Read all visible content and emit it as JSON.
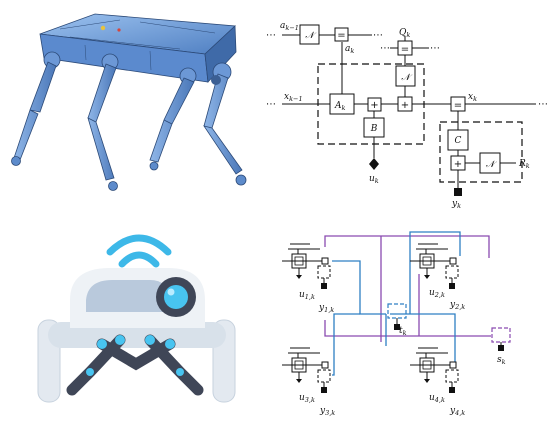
{
  "factor_graph": {
    "labels": {
      "a_prev": "a",
      "a_prev_sub": "k−1",
      "a_k": "a",
      "a_k_sub": "k",
      "q_k": "Q",
      "q_k_sub": "k",
      "x_prev": "x",
      "x_prev_sub": "k−1",
      "x_k": "x",
      "x_k_sub": "k",
      "u_k": "u",
      "u_k_sub": "k",
      "r_k": "R",
      "r_k_sub": "k",
      "y_k": "y",
      "y_k_sub": "k"
    },
    "blocks": {
      "n_top": "𝒩",
      "eq_top": "=",
      "eq_q": "=",
      "n_mid": "𝒩",
      "a_block": "A",
      "a_block_sub": "k",
      "plus_1": "+",
      "plus_2": "+",
      "b_block": "B",
      "eq_x": "=",
      "c_block": "C",
      "plus_3": "+",
      "n_right": "𝒩"
    },
    "dots": "⋯"
  },
  "network": {
    "labels": {
      "u1": "u",
      "u1_sub": "1,k",
      "y1": "y",
      "y1_sub": "1,k",
      "u2": "u",
      "u2_sub": "2,k",
      "y2": "y",
      "y2_sub": "2,k",
      "t": "t",
      "t_sub": "k",
      "s": "s",
      "s_sub": "k",
      "u3": "u",
      "u3_sub": "3,k",
      "y3": "y",
      "y3_sub": "3,k",
      "u4": "u",
      "u4_sub": "4,k",
      "y4": "y",
      "y4_sub": "4,k"
    },
    "colors": {
      "blue": "#2e7fc4",
      "purple": "#8a4bb0"
    }
  },
  "colors": {
    "robot_blue": "#6f9fdb",
    "robot_dark": "#3b5f94",
    "icon_body": "#e8edf3",
    "icon_visor": "#b9c9dc",
    "icon_arm": "#3f4657",
    "icon_signal": "#3db8e8",
    "icon_eye": "#48c4f0"
  }
}
